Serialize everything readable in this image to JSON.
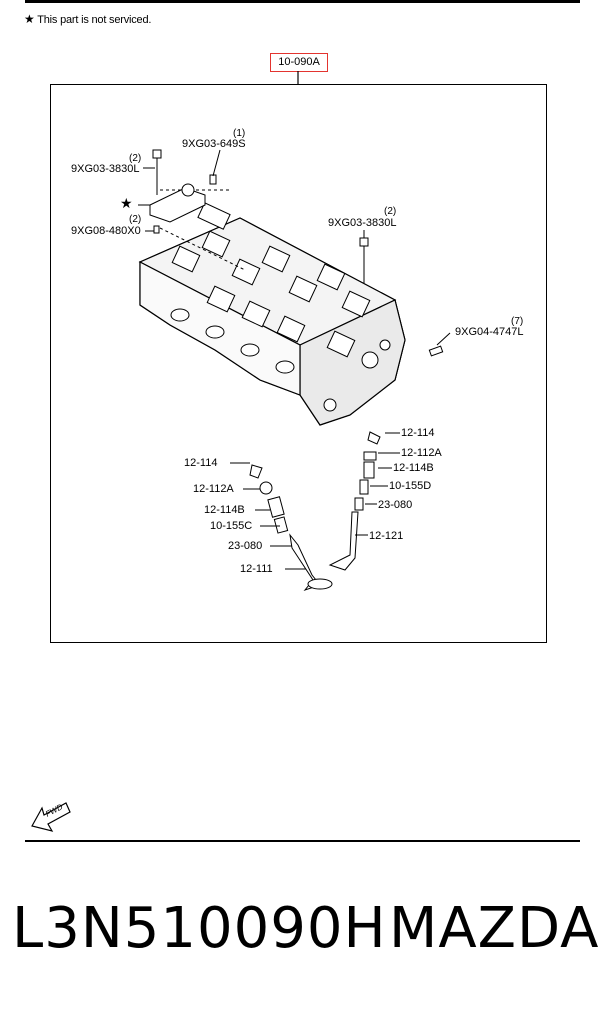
{
  "note": {
    "star": "★",
    "text": "This part is not serviced."
  },
  "ref_code": "10-090A",
  "callouts": {
    "c1": {
      "code": "9XG03-649S",
      "qty": "(1)"
    },
    "c2": {
      "code": "9XG03-3830L",
      "qty": "(2)"
    },
    "c3": {
      "code": "9XG08-480X0",
      "qty": "(2)"
    },
    "c4": {
      "code": "9XG03-3830L",
      "qty": "(2)"
    },
    "c5": {
      "code": "9XG04-4747L",
      "qty": "(7)"
    }
  },
  "star_mark": "★",
  "valve_right": [
    "12-114",
    "12-112A",
    "12-114B",
    "10-155D",
    "23-080",
    "12-121"
  ],
  "valve_left": [
    "12-114",
    "12-112A",
    "12-114B",
    "10-155C",
    "23-080",
    "12-111"
  ],
  "fwd_label": "FWD",
  "footer": {
    "part_number": "L3N510090H",
    "brand": "MAZDA"
  }
}
